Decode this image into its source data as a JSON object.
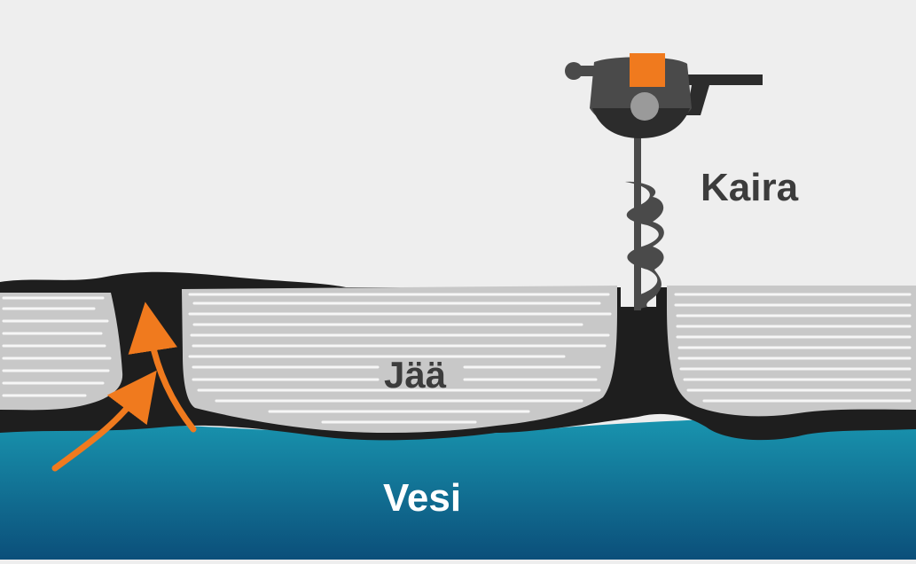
{
  "labels": {
    "auger": "Kaira",
    "ice": "Jää",
    "water": "Vesi"
  },
  "colors": {
    "background": "#eeeeee",
    "ice": "#c8c8c8",
    "ice_streak": "#ffffff",
    "slush": "#1e1e1e",
    "water_top": "#1996b0",
    "water_bottom": "#0b4f7a",
    "arrow": "#f07a1e",
    "auger_body": "#4a4a4a",
    "auger_accent": "#f07a1e"
  },
  "icons": [
    "ice-auger-icon",
    "flow-arrow-icon"
  ]
}
